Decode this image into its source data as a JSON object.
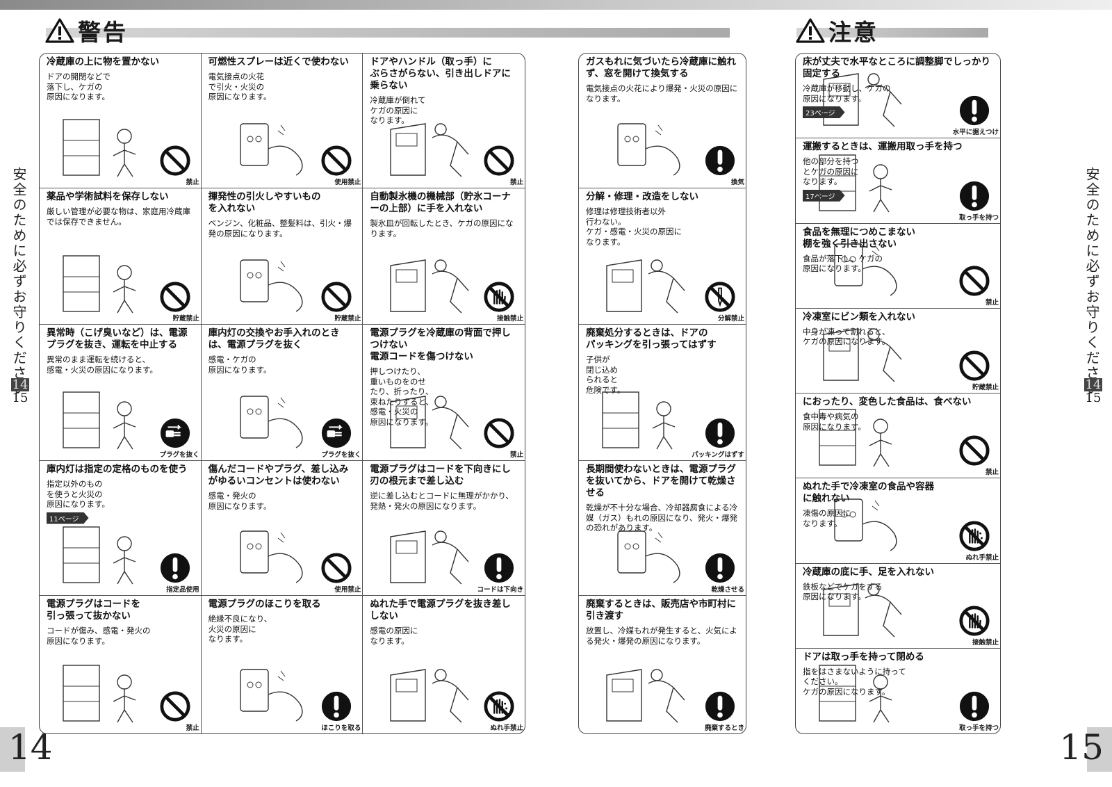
{
  "warning": {
    "heading": "警告",
    "columns": [
      [
        {
          "title": "冷蔵庫の上に物を置かない",
          "desc": "ドアの開閉などで\n落下し、ケガの\n原因になります。",
          "symbol": "prohibit",
          "label": "禁止"
        },
        {
          "title": "薬品や学術試料を保存しない",
          "desc": "厳しい管理が必要な物は、家庭用冷蔵庫では保存できません。",
          "symbol": "prohibit",
          "label": "貯蔵禁止"
        },
        {
          "title": "異常時（こげ臭いなど）は、電源プラグを抜き、運転を中止する",
          "desc": "異常のまま運転を続けると、\n感電・火災の原因になります。",
          "symbol": "unplug",
          "label": "プラグを抜く"
        },
        {
          "title": "庫内灯は指定の定格のものを使う",
          "desc": "指定以外のもの\nを使うと火災の\n原因になります。",
          "ref": "11ページ",
          "symbol": "mandatory",
          "label": "指定品使用"
        },
        {
          "title": "電源プラグはコードを\n引っ張って抜かない",
          "desc": "コードが傷み、感電・発火の\n原因になります。",
          "symbol": "prohibit",
          "label": "禁止"
        }
      ],
      [
        {
          "title": "可燃性スプレーは近くで使わない",
          "desc": "電気接点の火花\nで引火・火災の\n原因になります。",
          "symbol": "prohibit",
          "label": "使用禁止"
        },
        {
          "title": "揮発性の引火しやすいもの\nを入れない",
          "desc": "ベンジン、化粧品、整髪料は、引火・爆発の原因になります。",
          "symbol": "prohibit",
          "label": "貯蔵禁止"
        },
        {
          "title": "庫内灯の交換やお手入れのときは、電源プラグを抜く",
          "desc": "感電・ケガの\n原因になります。",
          "symbol": "unplug",
          "label": "プラグを抜く"
        },
        {
          "title": "傷んだコードやプラグ、差し込みがゆるいコンセントは使わない",
          "desc": "感電・発火の\n原因になります。",
          "symbol": "prohibit",
          "label": "使用禁止"
        },
        {
          "title": "電源プラグのほこりを取る",
          "desc": "絶縁不良になり、\n火災の原因に\nなります。",
          "symbol": "mandatory",
          "label": "ほこりを取る"
        }
      ],
      [
        {
          "title": "ドアやハンドル（取っ手）に\nぶらさがらない、引き出しドアに乗らない",
          "desc": "冷蔵庫が倒れて\nケガの原因に\nなります。",
          "symbol": "prohibit",
          "label": "禁止"
        },
        {
          "title": "自動製氷機の機械部（貯氷コーナーの上部）に手を入れない",
          "desc": "製氷皿が回転したとき、ケガの原因になります。",
          "symbol": "notouch",
          "label": "接触禁止"
        },
        {
          "title": "電源プラグを冷蔵庫の背面で押しつけない\n電源コードを傷つけない",
          "desc": "押しつけたり、\n重いものをのせ\nたり、折ったり、\n束ねたりすると、\n感電・火災の\n原因になります。",
          "symbol": "prohibit",
          "label": "禁止"
        },
        {
          "title": "電源プラグはコードを下向きにし刃の根元まで差し込む",
          "desc": "逆に差し込むとコードに無理がかかり、発熱・発火の原因になります。",
          "symbol": "mandatory",
          "label": "コードは下向き"
        },
        {
          "title": "ぬれた手で電源プラグを抜き差ししない",
          "desc": "感電の原因に\nなります。",
          "symbol": "wethand",
          "label": "ぬれ手禁止"
        }
      ],
      [
        {
          "title": "ガスもれに気づいたら冷蔵庫に触れず、窓を開けて換気する",
          "desc": "電気接点の火花により爆発・火災の原因になります。",
          "symbol": "mandatory",
          "label": "換気"
        },
        {
          "title": "分解・修理・改造をしない",
          "desc": "修理は修理技術者以外\n行わない。\nケガ・感電・火災の原因に\nなります。",
          "symbol": "disassemble",
          "label": "分解禁止"
        },
        {
          "title": "廃棄処分するときは、ドアの\nパッキングを引っ張ってはずす",
          "desc": "子供が\n閉じ込め\nられると\n危険です。",
          "symbol": "mandatory",
          "label": "パッキングはずす"
        },
        {
          "title": "長期間使わないときは、電源プラグを抜いてから、ドアを開けて乾燥させる",
          "desc": "乾燥が不十分な場合、冷却器腐食による冷媒（ガス）もれの原因になり、発火・爆発の恐れがあります。",
          "symbol": "mandatory",
          "label": "乾燥させる"
        },
        {
          "title": "廃棄するときは、販売店や市町村に引き渡す",
          "desc": "放置し、冷媒もれが発生すると、火気による発火・爆発の原因になります。",
          "symbol": "mandatory",
          "label": "廃棄するとき"
        }
      ]
    ]
  },
  "caution": {
    "heading": "注意",
    "items": [
      {
        "title": "床が丈夫で水平なところに調整脚でしっかり固定する",
        "desc": "冷蔵庫が移動し、ケガの\n原因になります。",
        "ref": "23ページ",
        "symbol": "mandatory",
        "label": "水平に据えつけ"
      },
      {
        "title": "運搬するときは、運搬用取っ手を持つ",
        "desc": "他の部分を持つ\nとケガの原因に\nなります。",
        "ref": "17ページ",
        "symbol": "mandatory",
        "label": "取っ手を持つ"
      },
      {
        "title": "食品を無理につめこまない\n棚を強く引き出さない",
        "desc": "食品が落下し、ケガの\n原因になります。",
        "symbol": "prohibit",
        "label": "禁止"
      },
      {
        "title": "冷凍室にビン類を入れない",
        "desc": "中身が凍って割れると、\nケガの原因になります。",
        "symbol": "prohibit",
        "label": "貯蔵禁止"
      },
      {
        "title": "におったり、変色した食品は、食べない",
        "desc": "食中毒や病気の\n原因になります。",
        "symbol": "prohibit",
        "label": "禁止"
      },
      {
        "title": "ぬれた手で冷凍室の食品や容器\nに触れない",
        "desc": "凍傷の原因に\nなります。",
        "symbol": "wethand",
        "label": "ぬれ手禁止"
      },
      {
        "title": "冷蔵庫の底に手、足を入れない",
        "desc": "鉄板などでケガをする\n原因になります。",
        "symbol": "notouch",
        "label": "接触禁止"
      },
      {
        "title": "ドアは取っ手を持って閉める",
        "desc": "指をはさまないように持って\nください。\nケガの原因になります。",
        "symbol": "mandatory",
        "label": "取っ手を持つ"
      }
    ]
  },
  "side_text": "安全のために必ずお守りください",
  "side_pages": {
    "a": "14",
    "b": "15"
  },
  "page_left": "14",
  "page_right": "15"
}
